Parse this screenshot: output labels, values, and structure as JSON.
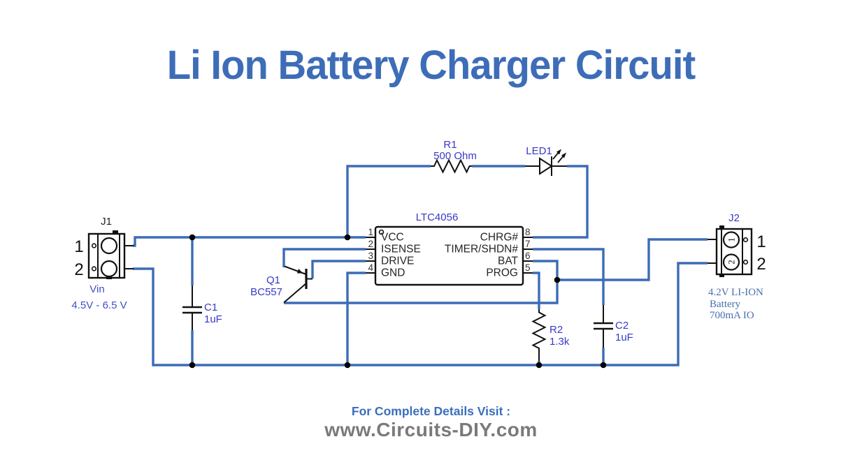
{
  "title": "Li Ion Battery Charger Circuit",
  "colors": {
    "wire": "#3c6cb5",
    "symbol": "#111111",
    "component_label": "#3838c8",
    "title_text": "#3d6db8",
    "footer_visit": "#3a6fbc",
    "footer_site": "#7a7a7a",
    "battery_caption": "#4a6fae",
    "vin_label": "#3f51c8"
  },
  "schematic": {
    "ic": {
      "ref": "LTC4056",
      "pins_left": [
        {
          "num": "1",
          "name": "VCC"
        },
        {
          "num": "2",
          "name": "ISENSE"
        },
        {
          "num": "3",
          "name": "DRIVE"
        },
        {
          "num": "4",
          "name": "GND"
        }
      ],
      "pins_right": [
        {
          "num": "8",
          "name": "CHRG#"
        },
        {
          "num": "7",
          "name": "TIMER/SHDN#"
        },
        {
          "num": "6",
          "name": "BAT"
        },
        {
          "num": "5",
          "name": "PROG"
        }
      ]
    },
    "components": {
      "r1": {
        "ref": "R1",
        "value": "500 Ohm"
      },
      "led1": {
        "ref": "LED1"
      },
      "q1": {
        "ref": "Q1",
        "value": "BC557"
      },
      "r2": {
        "ref": "R2",
        "value": "1.3k"
      },
      "c1": {
        "ref": "C1",
        "value": "1uF"
      },
      "c2": {
        "ref": "C2",
        "value": "1uF"
      }
    },
    "j1": {
      "ref": "J1",
      "pin1": "1",
      "pin2": "2",
      "caption_line1": "Vin",
      "caption_line2": "4.5V - 6.5 V"
    },
    "j2": {
      "ref": "J2",
      "pin1": "1",
      "pin2": "2",
      "terminal1": "1",
      "terminal2": "2",
      "caption_line1": "4.2V LI-ION",
      "caption_line2": "Battery",
      "caption_line3": "700mA IO"
    }
  },
  "footer": {
    "line1": "For Complete Details Visit :",
    "line2": "www.Circuits-DIY.com"
  }
}
